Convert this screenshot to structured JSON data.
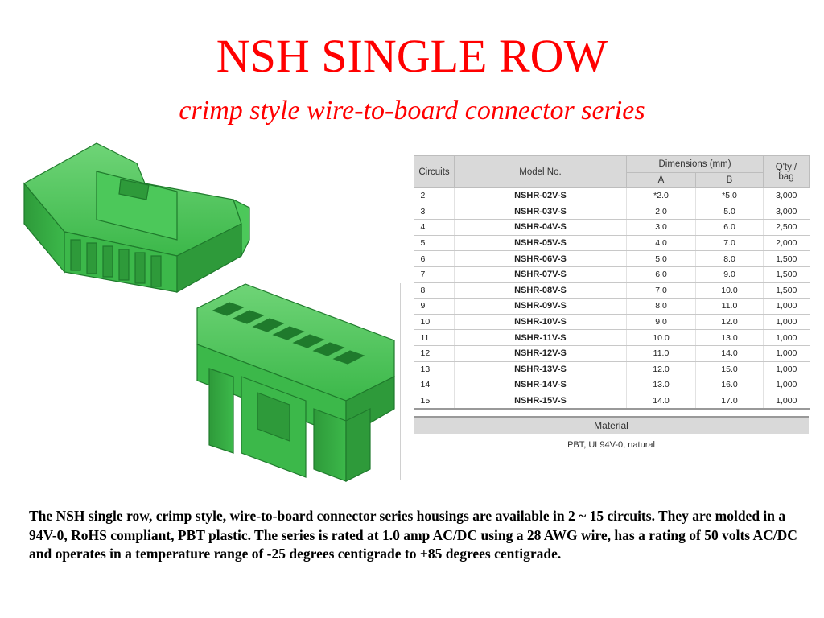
{
  "colors": {
    "title": "#ff0000",
    "connector": "#3cb84a",
    "connector_dark": "#1f7a2c",
    "connector_light": "#6fd477"
  },
  "header": {
    "title": "NSH SINGLE ROW",
    "subtitle": "crimp style wire-to-board connector series"
  },
  "illustration": {
    "icon": "green-connector-housing-icon"
  },
  "spec_table": {
    "headers": {
      "circuits": "Circuits",
      "model": "Model No.",
      "dimensions": "Dimensions (mm)",
      "dim_a": "A",
      "dim_b": "B",
      "qty_line1": "Q'ty /",
      "qty_line2": "bag"
    },
    "rows": [
      {
        "circuits": "2",
        "model": "NSHR-02V-S",
        "a": "*2.0",
        "b": "*5.0",
        "qty": "3,000"
      },
      {
        "circuits": "3",
        "model": "NSHR-03V-S",
        "a": "2.0",
        "b": "5.0",
        "qty": "3,000"
      },
      {
        "circuits": "4",
        "model": "NSHR-04V-S",
        "a": "3.0",
        "b": "6.0",
        "qty": "2,500"
      },
      {
        "circuits": "5",
        "model": "NSHR-05V-S",
        "a": "4.0",
        "b": "7.0",
        "qty": "2,000"
      },
      {
        "circuits": "6",
        "model": "NSHR-06V-S",
        "a": "5.0",
        "b": "8.0",
        "qty": "1,500"
      },
      {
        "circuits": "7",
        "model": "NSHR-07V-S",
        "a": "6.0",
        "b": "9.0",
        "qty": "1,500"
      },
      {
        "circuits": "8",
        "model": "NSHR-08V-S",
        "a": "7.0",
        "b": "10.0",
        "qty": "1,500"
      },
      {
        "circuits": "9",
        "model": "NSHR-09V-S",
        "a": "8.0",
        "b": "11.0",
        "qty": "1,000"
      },
      {
        "circuits": "10",
        "model": "NSHR-10V-S",
        "a": "9.0",
        "b": "12.0",
        "qty": "1,000"
      },
      {
        "circuits": "11",
        "model": "NSHR-11V-S",
        "a": "10.0",
        "b": "13.0",
        "qty": "1,000"
      },
      {
        "circuits": "12",
        "model": "NSHR-12V-S",
        "a": "11.0",
        "b": "14.0",
        "qty": "1,000"
      },
      {
        "circuits": "13",
        "model": "NSHR-13V-S",
        "a": "12.0",
        "b": "15.0",
        "qty": "1,000"
      },
      {
        "circuits": "14",
        "model": "NSHR-14V-S",
        "a": "13.0",
        "b": "16.0",
        "qty": "1,000"
      },
      {
        "circuits": "15",
        "model": "NSHR-15V-S",
        "a": "14.0",
        "b": "17.0",
        "qty": "1,000"
      }
    ]
  },
  "material": {
    "header": "Material",
    "value": "PBT, UL94V-0, natural"
  },
  "description": "The NSH single row, crimp style, wire-to-board connector series housings are available in 2 ~ 15 circuits. They are molded in a 94V-0, RoHS compliant, PBT plastic.  The series is rated at 1.0 amp AC/DC using a 28 AWG wire, has a rating of 50 volts AC/DC and operates in a temperature range of -25 degrees centigrade to +85 degrees centigrade."
}
